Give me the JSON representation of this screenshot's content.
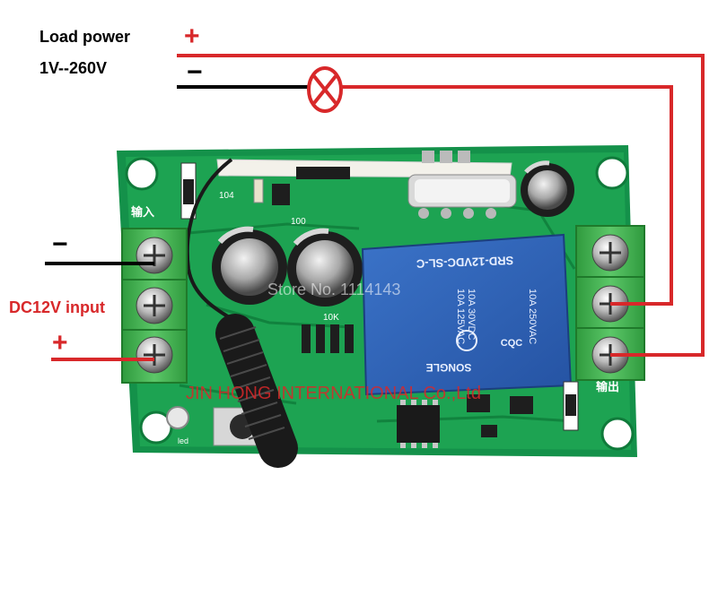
{
  "load": {
    "title": "Load power",
    "range": "1V--260V",
    "plus": "+",
    "minus": "−"
  },
  "dc": {
    "label": "DC12V input",
    "minus": "−",
    "plus": "+"
  },
  "board": {
    "antenna_chip": "104",
    "resistor_code": "100",
    "resistor_10k": "10K",
    "led_label": "led",
    "input_label": "输入",
    "output_label": "输出",
    "relay": {
      "model": "SRD-12VDC-SL-C",
      "rating_a": "10A 250VAC",
      "rating_b": "10A 30VDC",
      "rating_c": "10A 125VAC",
      "brand": "SONGLE",
      "cert": "CQC"
    }
  },
  "watermarks": {
    "store": "Store No. 1114143",
    "company": "JIN HONG INTERNATIONAL Co.,Ltd"
  },
  "colors": {
    "wire_red": "#d8282a",
    "wire_black": "#000000",
    "pcb_green": "#1a9a47",
    "relay_blue": "#2f63b8",
    "terminal_green": "#3fb04d"
  }
}
